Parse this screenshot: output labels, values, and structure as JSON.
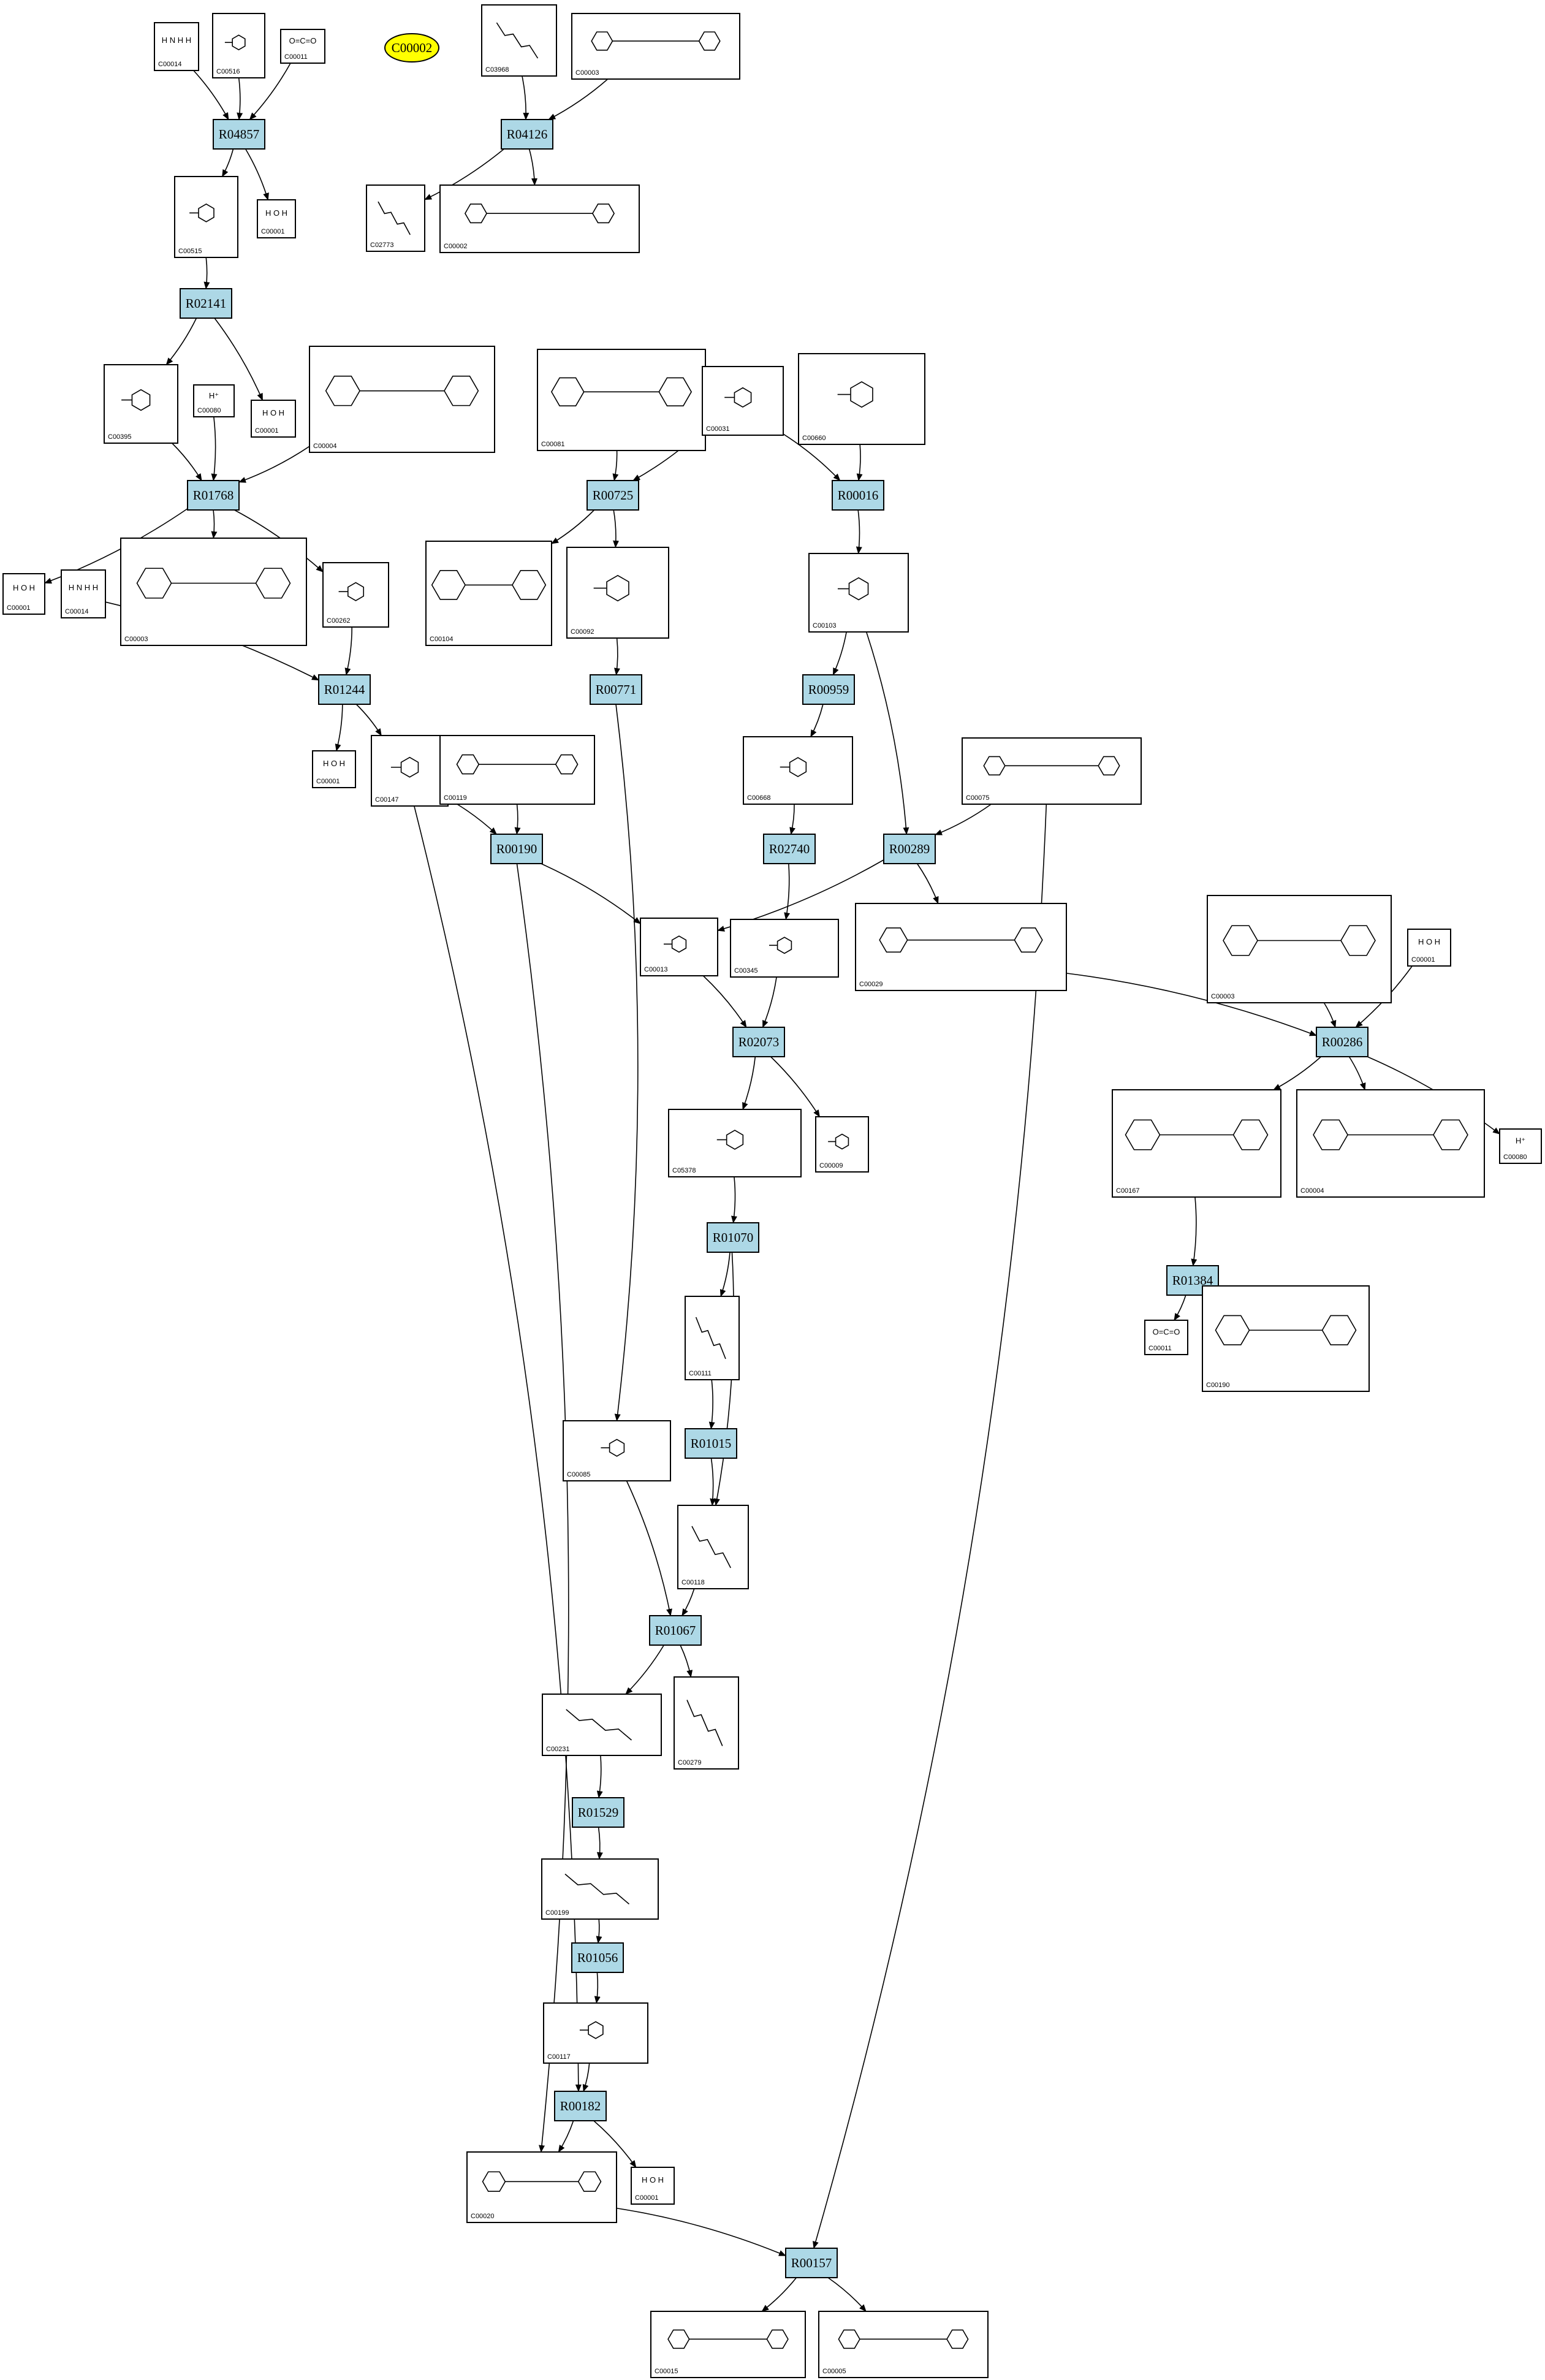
{
  "highlight": {
    "label": "C00002",
    "color": "#ffff00"
  },
  "colors": {
    "reaction_fill": "#add8e6",
    "compound_fill": "#ffffff",
    "edge": "#000000"
  },
  "reactions": [
    "R04857",
    "R04126",
    "R02141",
    "R01768",
    "R00725",
    "R00016",
    "R01244",
    "R00771",
    "R00959",
    "R00190",
    "R02740",
    "R00289",
    "R02073",
    "R00286",
    "R01070",
    "R01384",
    "R01015",
    "R01067",
    "R01529",
    "R01056",
    "R00182",
    "R00157"
  ],
  "compounds": [
    "C00014",
    "C00516",
    "C00011",
    "C03968",
    "C00003",
    "C00515",
    "C00001",
    "C02773",
    "C00002",
    "C00395",
    "C00080",
    "C00004",
    "C00001",
    "C00081",
    "C00031",
    "C00660",
    "C00001",
    "C00014",
    "C00003",
    "C00262",
    "C00104",
    "C00092",
    "C00103",
    "C00001",
    "C00147",
    "C00119",
    "C00668",
    "C00075",
    "C00013",
    "C00345",
    "C00029",
    "C00003",
    "C00001",
    "C05378",
    "C00009",
    "C00167",
    "C00004",
    "C00080",
    "C00111",
    "C00011",
    "C00190",
    "C00085",
    "C00118",
    "C00231",
    "C00279",
    "C00199",
    "C00117",
    "C00020",
    "C00001",
    "C00015",
    "C00005"
  ],
  "atoms": {
    "water": [
      "H",
      "O",
      "H"
    ],
    "ammonia": [
      "H",
      "N",
      "H",
      "H"
    ],
    "proton": "H⁺",
    "co2": "O=C=O"
  }
}
